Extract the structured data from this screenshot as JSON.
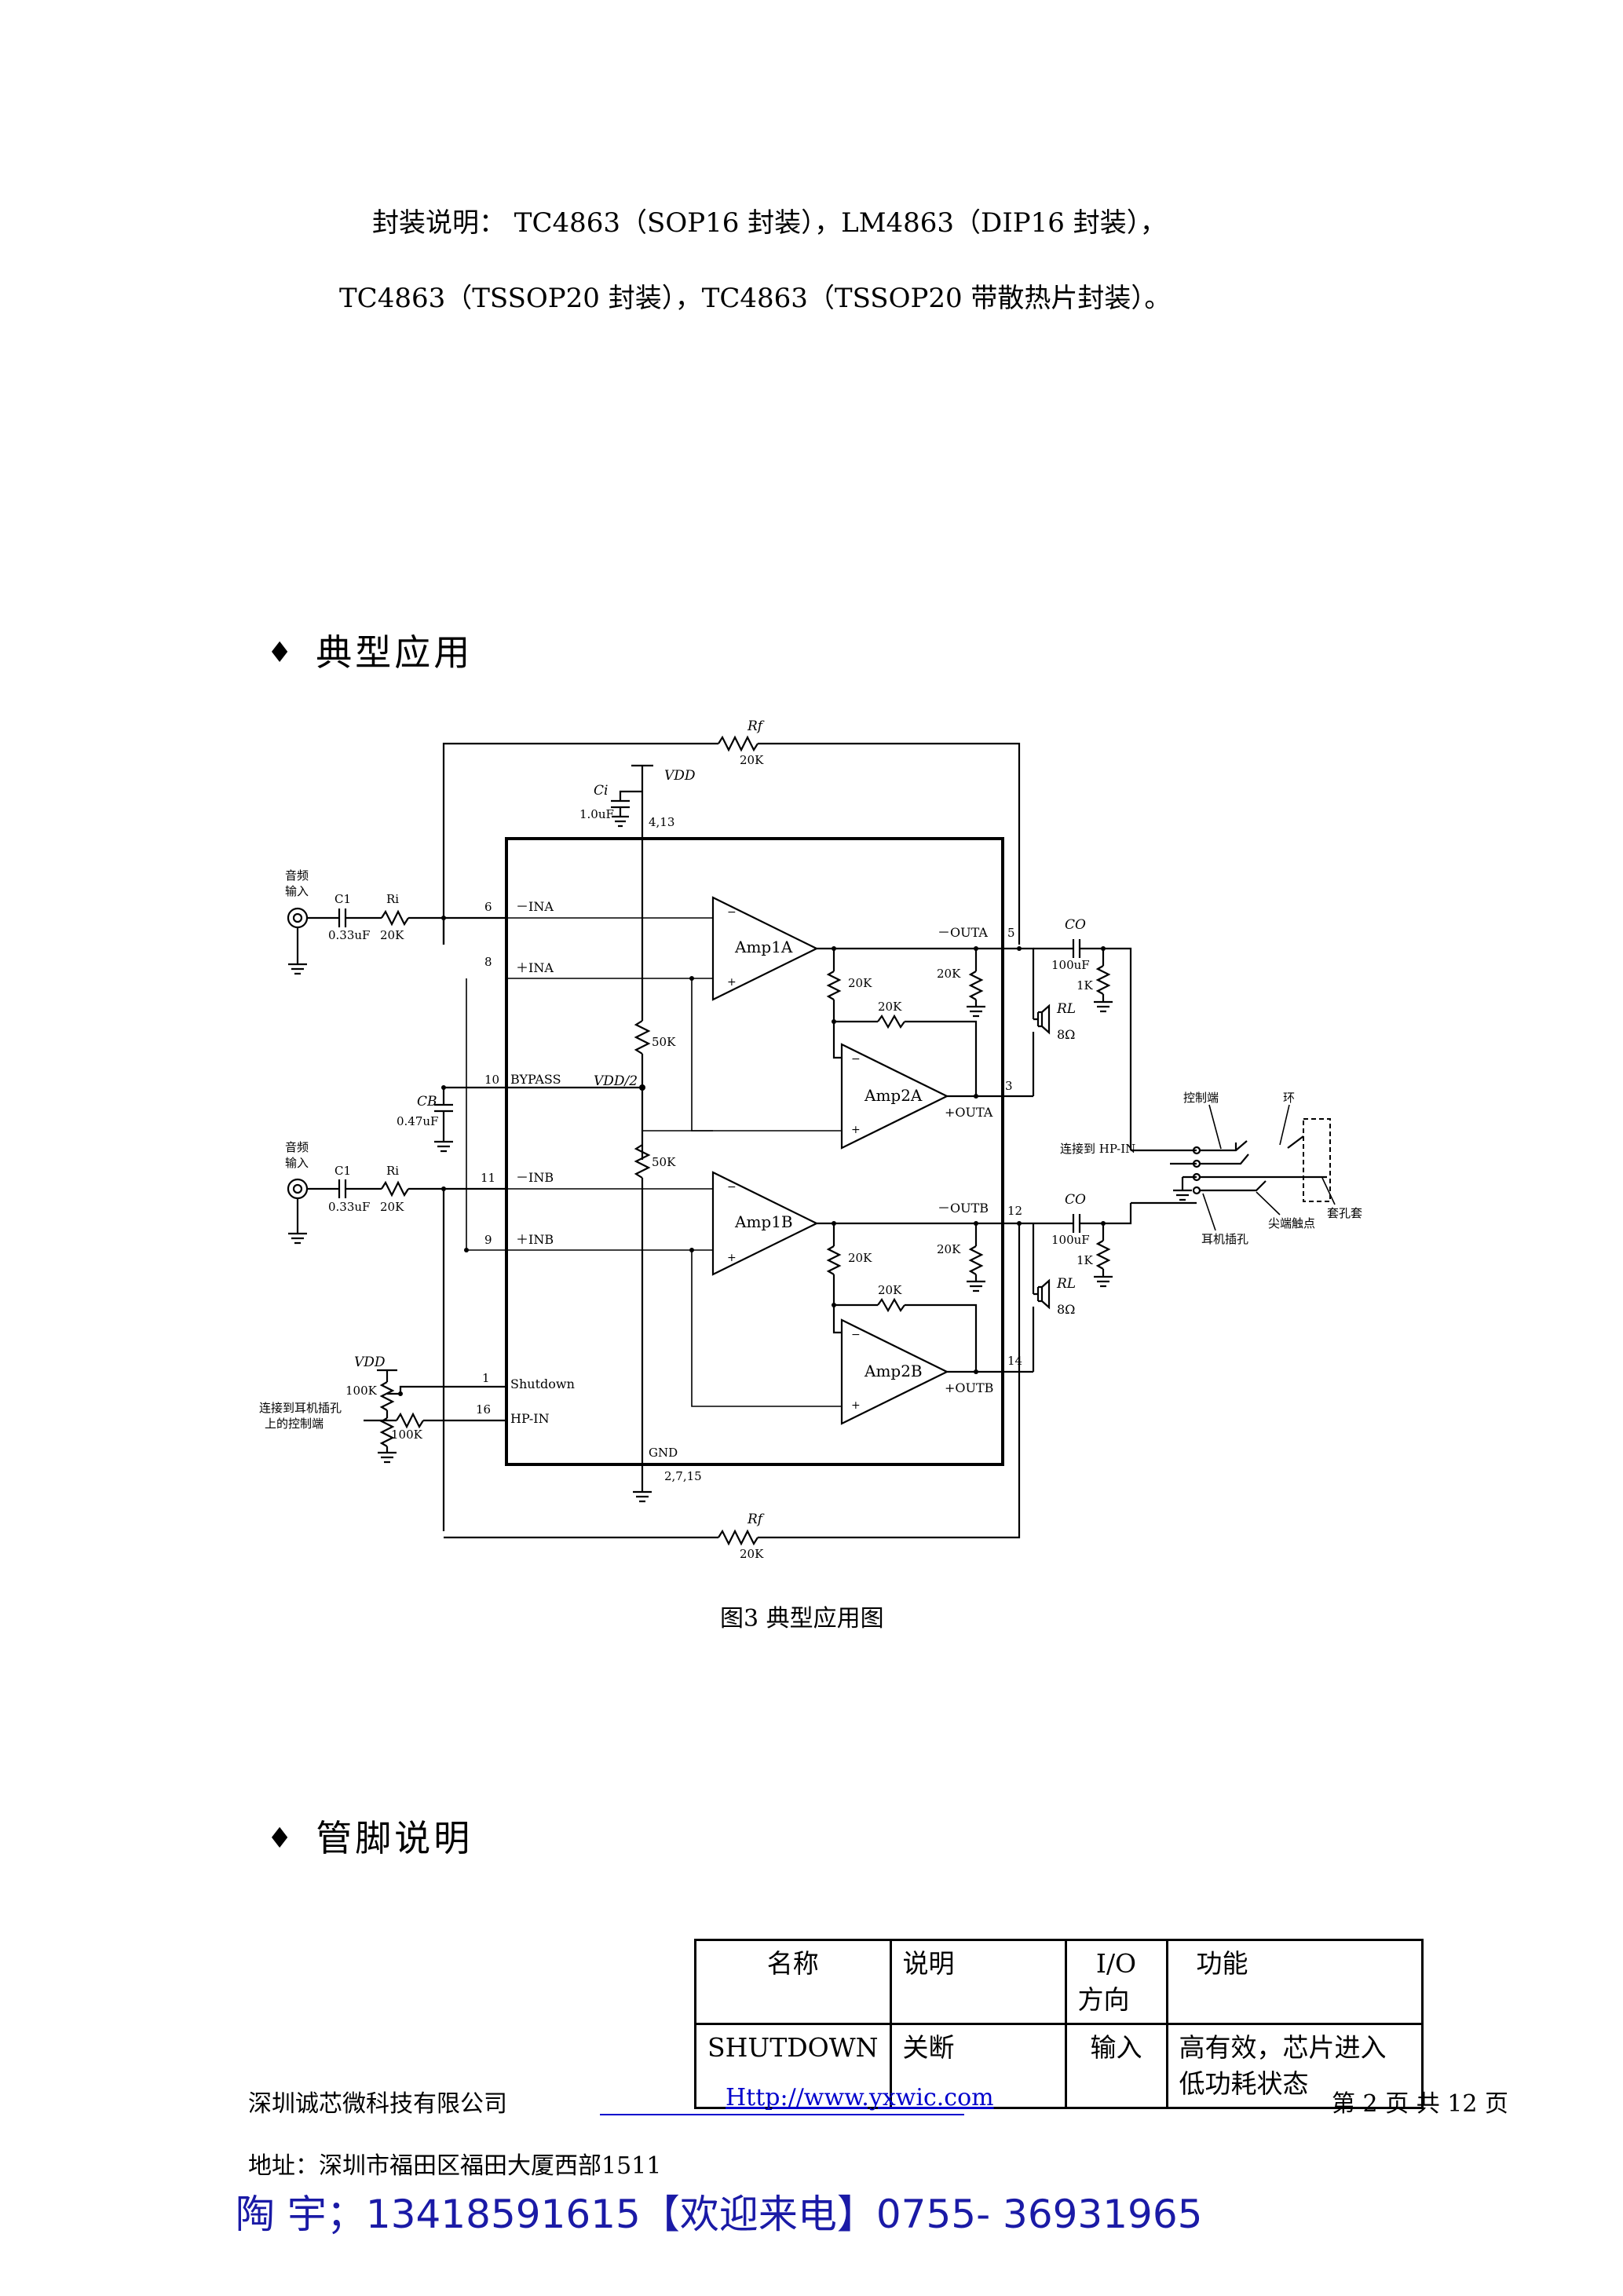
{
  "package_desc": {
    "line1": "封装说明： TC4863（SOP16 封装），LM4863（DIP16 封装），",
    "line2": "TC4863（TSSOP20 封装），TC4863（TSSOP20 带散热片封装）。"
  },
  "section_typical": {
    "bullet": "♦",
    "title": "典型应用"
  },
  "schematic": {
    "rf_top": "Rf",
    "rf_top_val": "20K",
    "vdd": "VDD",
    "ci": "Ci",
    "ci_val": "1.0uF",
    "pin_vdd": "4,13",
    "audio_in_a": [
      "音频",
      "输入"
    ],
    "c1_a": "C1",
    "c1_a_val": "0.33uF",
    "ri_a": "Ri",
    "ri_a_val": "20K",
    "pin6": "6",
    "ina_minus": "－INA",
    "pin8": "8",
    "ina_plus": "＋INA",
    "amp1a": "Amp1A",
    "outa_minus": "－OUTA",
    "pin5": "5",
    "r_20k_1": "20K",
    "r_20k_2": "20K",
    "r_20k_3": "20K",
    "co_a": "CO",
    "co_a_val": "100uF",
    "r1k_a": "1K",
    "rl_a": "RL",
    "rl_a_val": "8Ω",
    "r50k_1": "50K",
    "pin10": "10",
    "bypass": "BYPASS",
    "vdd2": "VDD/2",
    "cb": "CB",
    "cb_val": "0.47uF",
    "amp2a": "Amp2A",
    "pin3": "3",
    "outa_plus": "+OUTA",
    "r50k_2": "50K",
    "audio_in_b": [
      "音频",
      "输入"
    ],
    "c1_b": "C1",
    "c1_b_val": "0.33uF",
    "ri_b": "Ri",
    "ri_b_val": "20K",
    "pin11": "11",
    "inb_minus": "－INB",
    "pin9": "9",
    "inb_plus": "＋INB",
    "amp1b": "Amp1B",
    "outb_minus": "－OUTB",
    "pin12": "12",
    "r_20k_4": "20K",
    "r_20k_5": "20K",
    "r_20k_6": "20K",
    "co_b": "CO",
    "co_b_val": "100uF",
    "r1k_b": "1K",
    "rl_b": "RL",
    "rl_b_val": "8Ω",
    "amp2b": "Amp2B",
    "pin14": "14",
    "outb_plus": "+OUTB",
    "vdd_sd": "VDD",
    "r100k_1": "100K",
    "pin1": "1",
    "shutdown": "Shutdown",
    "hp_note": [
      "连接到耳机插孔",
      "上的控制端"
    ],
    "r100k_2": "100K",
    "pin16": "16",
    "hp_in": "HP-IN",
    "gnd": "GND",
    "pin_gnd": "2,7,15",
    "rf_bot": "Rf",
    "rf_bot_val": "20K",
    "jack_ctrl": "控制端",
    "jack_ring": "环",
    "jack_conn": "连接到 HP-IN",
    "jack_socket": "耳机插孔",
    "jack_tip": "尖端触点",
    "jack_sleeve": "套孔套"
  },
  "figure_caption": "图3  典型应用图",
  "section_pins": {
    "bullet": "♦",
    "title": "管脚说明"
  },
  "pin_table": {
    "header": {
      "name": "名称",
      "desc": "说明",
      "io": [
        "I/O",
        "方向"
      ],
      "func": "功能"
    },
    "row1": {
      "name": "SHUTDOWN",
      "desc": "关断",
      "io": "输入",
      "func": [
        "高有效，芯片进入",
        "低功耗状态"
      ]
    }
  },
  "footer": {
    "company": "深圳诚芯微科技有限公司",
    "url": "Http://www.yxwic.com",
    "page_prefix": "第",
    "page_num": "2",
    "page_mid": "页 共",
    "page_total": "12",
    "page_suffix": "页",
    "address": "地址：深圳市福田区福田大厦西部1511",
    "contact": "陶  宇；13418591615【欢迎来电】0755- 36931965"
  }
}
